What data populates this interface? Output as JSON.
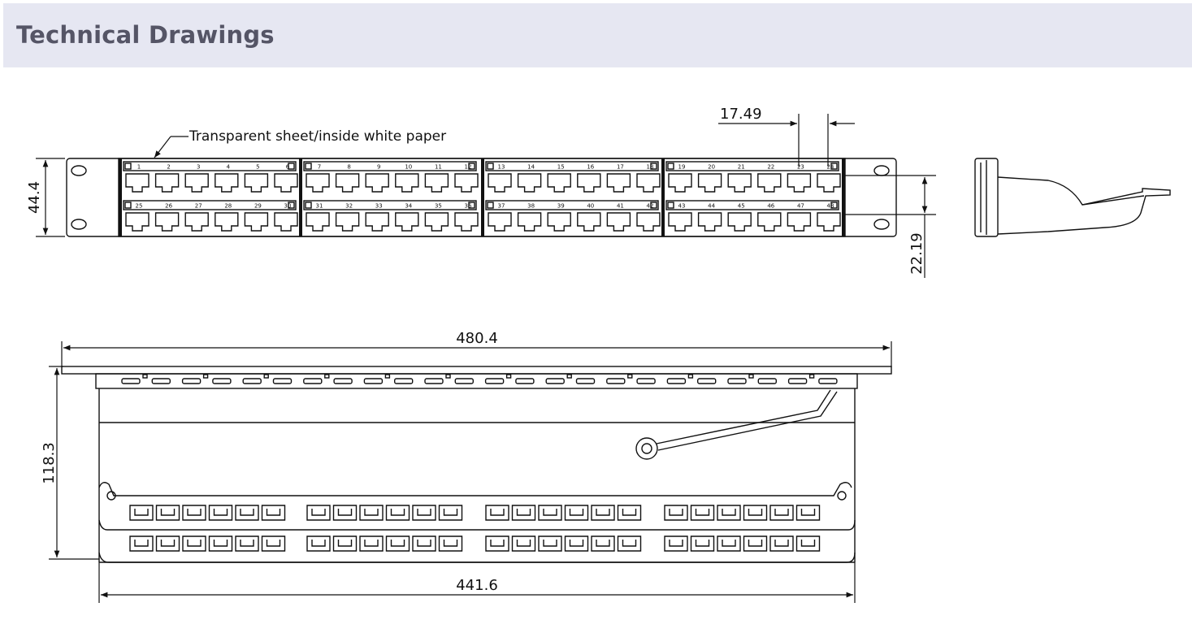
{
  "header": {
    "title": "Technical Drawings"
  },
  "front_view": {
    "note": "Transparent  sheet/inside white paper",
    "port_numbers_top": [
      "1",
      "2",
      "3",
      "4",
      "5",
      "6",
      "7",
      "8",
      "9",
      "10",
      "11",
      "12",
      "13",
      "14",
      "15",
      "16",
      "17",
      "18",
      "19",
      "20",
      "21",
      "22",
      "23",
      "24"
    ],
    "port_numbers_bottom": [
      "25",
      "26",
      "27",
      "28",
      "29",
      "30",
      "31",
      "32",
      "33",
      "34",
      "35",
      "36",
      "37",
      "38",
      "39",
      "40",
      "41",
      "42",
      "43",
      "44",
      "45",
      "46",
      "47",
      "48"
    ],
    "dims": {
      "height": "44.4",
      "port_pitch": "17.49",
      "row_pitch": "22.19"
    }
  },
  "top_view": {
    "dims": {
      "overall_width": "480.4",
      "depth": "118.3",
      "body_width": "441.6"
    }
  },
  "colors": {
    "header_bg": "#e6e7f2",
    "header_text": "#555566",
    "line": "#111111"
  }
}
